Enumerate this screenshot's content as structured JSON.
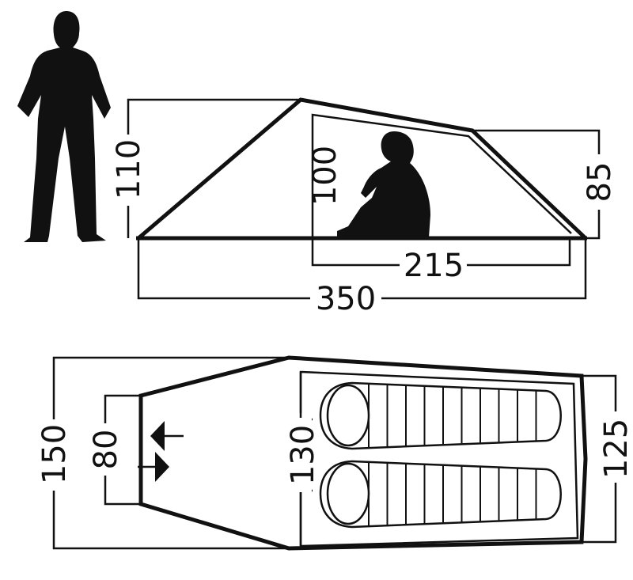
{
  "side_view": {
    "dims": {
      "peak_height": "110",
      "inner_height": "100",
      "rear_height": "85",
      "inner_length": "215",
      "total_length": "350"
    }
  },
  "top_view": {
    "dims": {
      "total_width": "150",
      "door_width": "80",
      "inner_width_front": "130",
      "inner_width_rear": "125"
    }
  },
  "colors": {
    "line": "#111111",
    "background": "#ffffff"
  }
}
